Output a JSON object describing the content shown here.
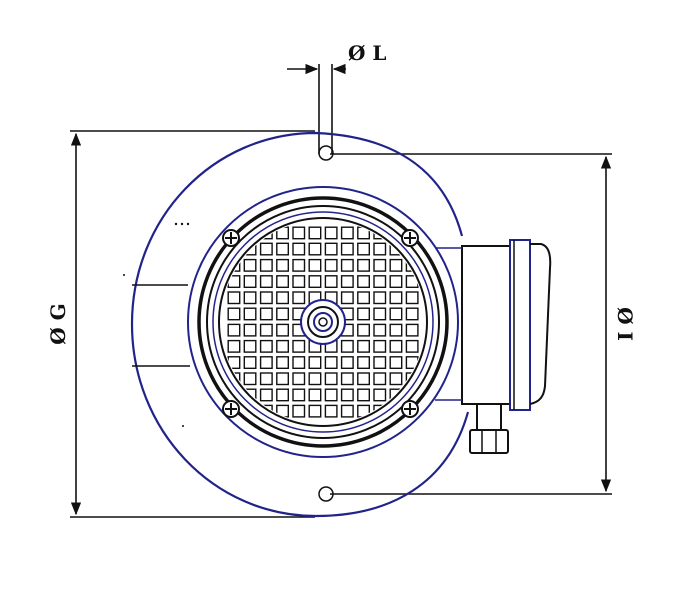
{
  "labels": {
    "dia_L": "Ø L",
    "dia_G": "Ø G",
    "dia_I": "Ø I"
  },
  "colors": {
    "outline": "#22238a",
    "line": "#111111"
  },
  "grille": {
    "columns": 12,
    "rows": 12
  }
}
